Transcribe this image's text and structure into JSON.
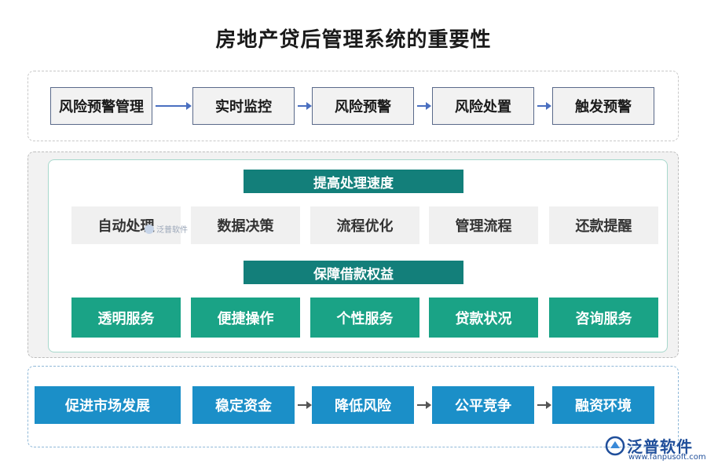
{
  "title": "房地产贷后管理系统的重要性",
  "top_flow": [
    "风险预警管理",
    "实时监控",
    "风险预警",
    "风险处置",
    "触发预警"
  ],
  "speed": {
    "header": "提高处理速度",
    "items": [
      "自动处理",
      "数据决策",
      "流程优化",
      "管理流程",
      "还款提醒"
    ]
  },
  "rights": {
    "header": "保障借款权益",
    "items": [
      "透明服务",
      "便捷操作",
      "个性服务",
      "贷款状况",
      "咨询服务"
    ]
  },
  "bottom_flow": [
    "促进市场发展",
    "稳定资金",
    "降低风险",
    "公平竞争",
    "融资环境"
  ],
  "watermark": {
    "small": "泛普软件",
    "brand": "泛普软件",
    "url": "www.fanpusoft.com"
  },
  "colors": {
    "header_teal": "#137f7a",
    "green": "#1aa386",
    "blue": "#1b8fc8",
    "arrow_blue": "#4a6fc0"
  }
}
